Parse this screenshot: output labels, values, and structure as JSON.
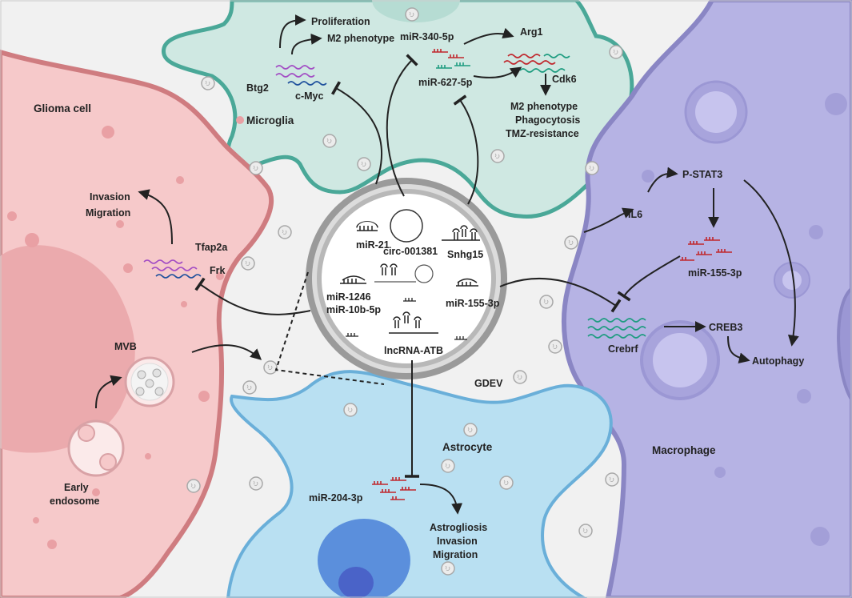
{
  "cells": {
    "glioma": "Glioma cell",
    "microglia": "Microglia",
    "macrophage": "Macrophage",
    "astrocyte": "Astrocyte",
    "gdev": "GDEV"
  },
  "glioma": {
    "invasion": "Invasion",
    "migration": "Migration",
    "tfap2a": "Tfap2a",
    "frk": "Frk",
    "mvb": "MVB",
    "early_1": "Early",
    "early_2": "endosome"
  },
  "microglia": {
    "proliferation": "Proliferation",
    "m2": "M2 phenotype",
    "btg2": "Btg2",
    "cmyc": "c-Myc",
    "mir340": "miR-340-5p",
    "mir627": "miR-627-5p",
    "arg1": "Arg1",
    "cdk6": "Cdk6",
    "out1": "M2 phenotype",
    "out2": "Phagocytosis",
    "out3": "TMZ-resistance"
  },
  "macrophage": {
    "il6": "IL6",
    "pstat3": "P-STAT3",
    "mir155": "miR-155-3p",
    "crebrf": "Crebrf",
    "creb3": "CREB3",
    "autophagy": "Autophagy"
  },
  "astrocyte": {
    "mir204": "miR-204-3p",
    "out1": "Astrogliosis",
    "out2": "Invasion",
    "out3": "Migration"
  },
  "gdev": {
    "mir21": "miR-21",
    "circ": "circ-001381",
    "snhg15": "Snhg15",
    "mir1246": "miR-1246",
    "mir10b": "miR-10b-5p",
    "mir155": "miR-155-3p",
    "lncrna": "lncRNA-ATB"
  },
  "colors": {
    "glioma_fill": "#f6c9ca",
    "glioma_edge": "#cf7c80",
    "microglia_fill": "#cfe8e2",
    "microglia_edge": "#4aa898",
    "macrophage_fill": "#b6b3e4",
    "macrophage_edge": "#8a86c4",
    "astrocyte_fill": "#b9e0f2",
    "astrocyte_edge": "#6aafd9",
    "rna_red": "#c0272d",
    "rna_green": "#1e9c80",
    "rna_purple": "#a24cc4",
    "rna_blue": "#1d4f9c"
  }
}
